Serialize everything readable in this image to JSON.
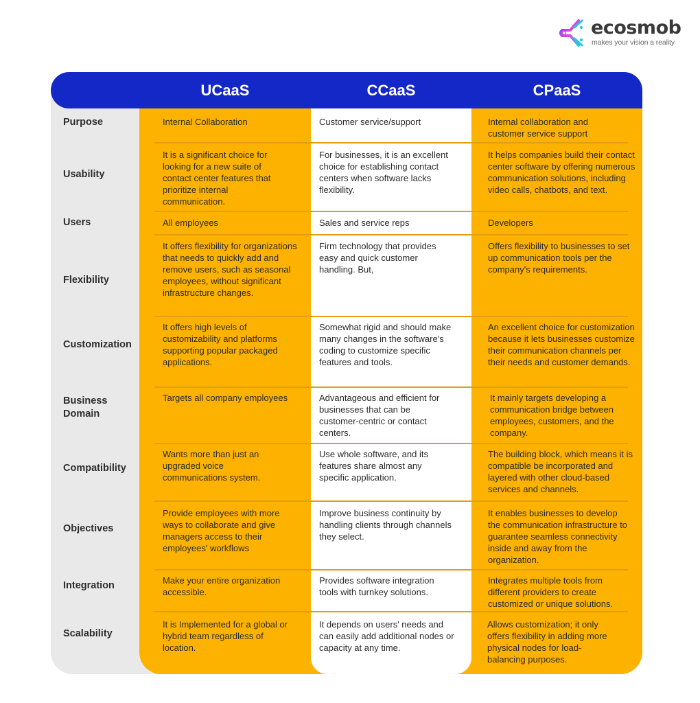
{
  "brand": {
    "name": "ecosmob",
    "tagline": "makes your vision a reality",
    "logo_icon": "ecosmob-logo-icon",
    "gradient_colors": [
      "#6a4cff",
      "#d94ad9",
      "#1ec8e6"
    ]
  },
  "colors": {
    "header_bg": "#1428c7",
    "ucaas_bg": "#fdb200",
    "ccaas_bg": "#ffffff",
    "cpaas_bg": "#fdb200",
    "label_bg": "#e9e9ea",
    "divider": "#e09e10"
  },
  "table": {
    "columns": [
      "UCaaS",
      "CCaaS",
      "CPaaS"
    ],
    "rows": [
      {
        "label": "Purpose",
        "ucaas": "Internal Collaboration",
        "ccaas": "Customer service/support",
        "cpaas": "Internal collaboration and customer service support"
      },
      {
        "label": "Usability",
        "ucaas": "It is a significant choice for looking for a new suite of contact center features that prioritize internal communication.",
        "ccaas": "For businesses, it is an excellent choice for establishing contact centers when software lacks flexibility.",
        "cpaas": "It helps companies build their contact center software by offering numerous communication solutions, including video calls, chatbots, and text."
      },
      {
        "label": "Users",
        "ucaas": "All employees",
        "ccaas": "Sales and service reps",
        "cpaas": "Developers"
      },
      {
        "label": "Flexibility",
        "ucaas": "It offers flexibility for organizations that needs to quickly add and remove users, such as seasonal employees, without significant infrastructure changes.",
        "ccaas": "Firm technology that provides easy and quick customer handling. But,",
        "cpaas": "Offers flexibility to businesses to set up communication tools per the company's requirements."
      },
      {
        "label": "Customization",
        "ucaas": "It offers high levels of customizability and platforms supporting popular packaged applications.",
        "ccaas": "Somewhat rigid and should make many changes in the software's coding to customize specific features and tools.",
        "cpaas": "An excellent choice for customization because it lets businesses customize their communication channels per their needs and customer demands."
      },
      {
        "label": "Business Domain",
        "ucaas": "Targets all company employees",
        "ccaas": "Advantageous and efficient for businesses that can be customer-centric or contact centers.",
        "cpaas": "It mainly targets developing a communication bridge between employees, customers, and the company."
      },
      {
        "label": "Compatibility",
        "ucaas": "Wants more than just an upgraded voice communications system.",
        "ccaas": "Use whole software, and its features share almost any specific application.",
        "cpaas": "The building block, which means it is compatible be incorporated and layered with other cloud-based services and channels."
      },
      {
        "label": "Objectives",
        "ucaas": "Provide employees with more ways to collaborate and give managers access to their employees' workflows",
        "ccaas": "Improve business continuity by handling clients through channels they select.",
        "cpaas": "It enables businesses to develop the communication infrastructure to guarantee seamless connectivity inside and away from the organization."
      },
      {
        "label": "Integration",
        "ucaas": "Make your entire organization accessible.",
        "ccaas": "Provides software integration tools with turnkey solutions.",
        "cpaas": "Integrates multiple tools from different providers to create customized or unique solutions."
      },
      {
        "label": "Scalability",
        "ucaas": "It is Implemented for a global or hybrid team regardless of location.",
        "ccaas": "It depends on users' needs and can easily add additional nodes or capacity at any time.",
        "cpaas": "Allows customization; it only offers flexibility in adding more physical nodes for load-balancing purposes."
      }
    ]
  }
}
